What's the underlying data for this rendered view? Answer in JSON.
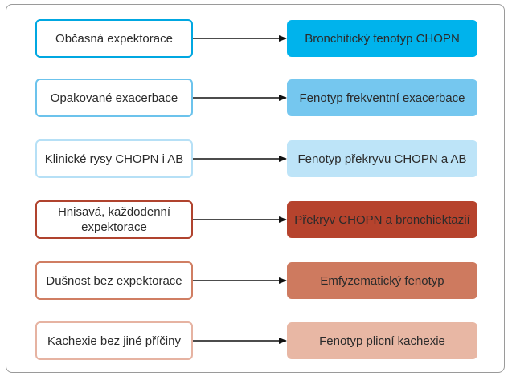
{
  "rows": [
    {
      "input": "Občasná expektorace",
      "phenotype": "Bronchitický fenotyp CHOPN"
    },
    {
      "input": "Opakované exacerbace",
      "phenotype": "Fenotyp frekventní exacerbace"
    },
    {
      "input": "Klinické rysy CHOPN i AB",
      "phenotype": "Fenotyp překryvu CHOPN a AB"
    },
    {
      "input": "Hnisavá, každodenní expektorace",
      "phenotype": "Překryv CHOPN a bronchiektazií"
    },
    {
      "input": "Dušnost bez expektorace",
      "phenotype": "Emfyzematický fenotyp"
    },
    {
      "input": "Kachexie bez jiné příčiny",
      "phenotype": "Fenotyp plicní kachexie"
    }
  ]
}
